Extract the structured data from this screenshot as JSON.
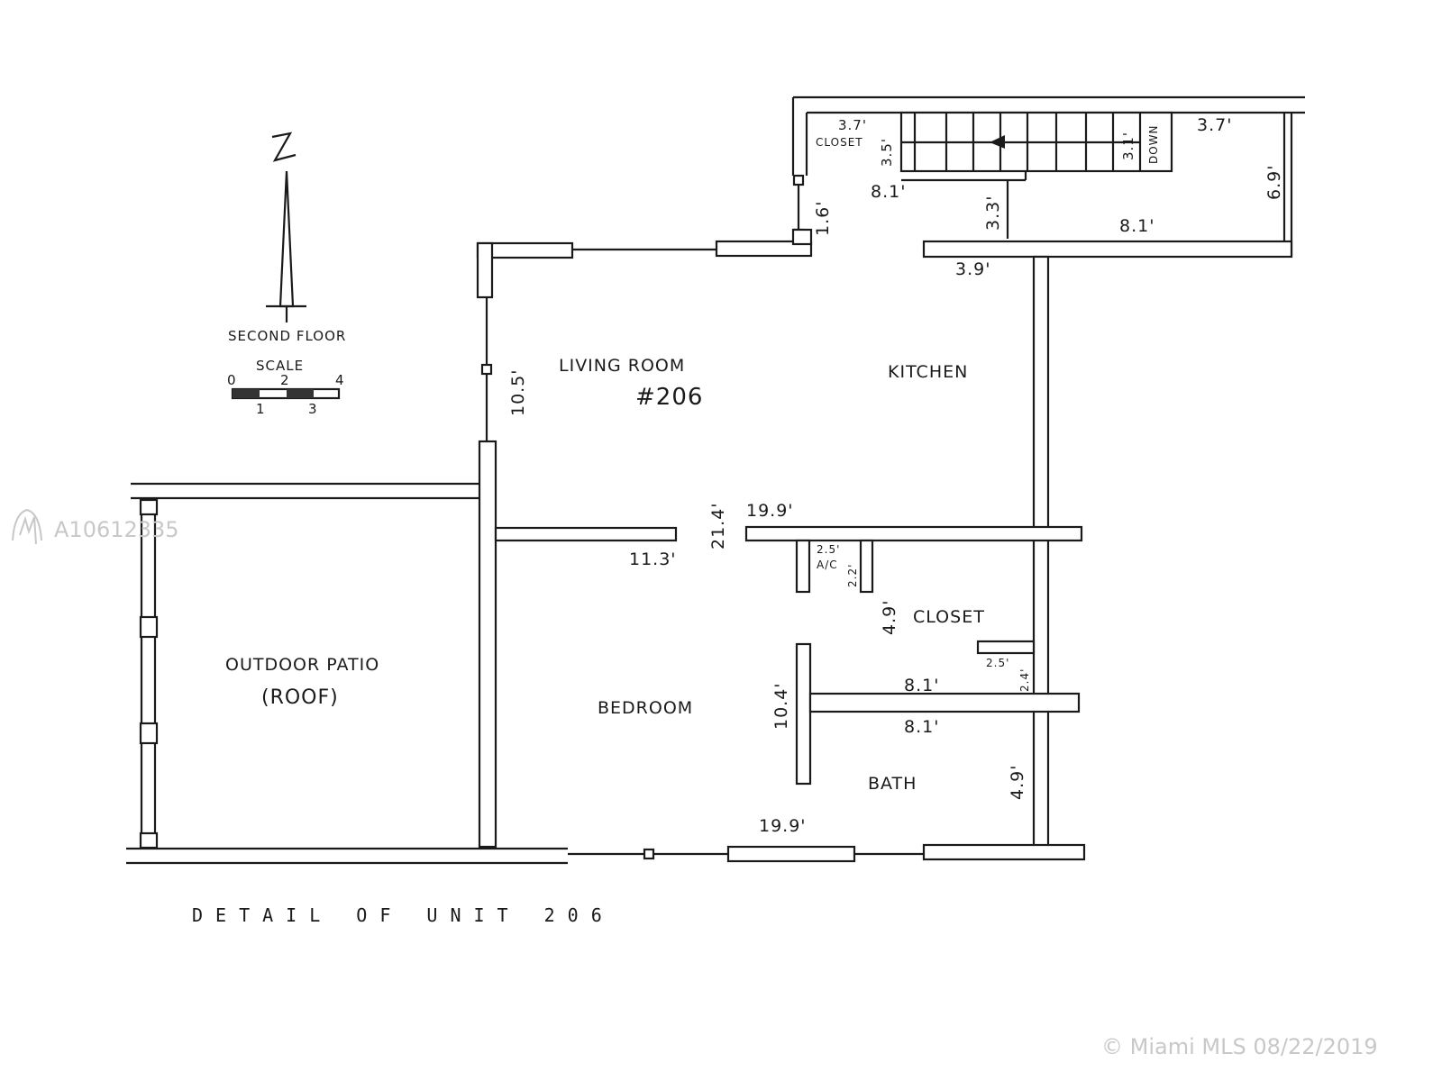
{
  "plan": {
    "title": "DETAIL OF UNIT 206",
    "floor_label": "SECOND FLOOR",
    "scale_label": "SCALE",
    "scale_ticks_top": [
      "0",
      "2",
      "4"
    ],
    "scale_ticks_bottom": [
      "1",
      "3"
    ],
    "north_mark": "N",
    "unit_number": "#206",
    "rooms": {
      "living_room": "LIVING ROOM",
      "kitchen": "KITCHEN",
      "bedroom": "BEDROOM",
      "bath": "BATH",
      "closet": "CLOSET",
      "top_closet": "CLOSET",
      "ac": "A/C",
      "patio": "OUTDOOR PATIO",
      "patio_note": "(ROOF)",
      "stairs": "DOWN"
    },
    "dimensions": {
      "top_closet_w": "3.7'",
      "top_closet_h": "3.5'",
      "stair_w": "3.1'",
      "top_right_w": "3.7'",
      "top_right_h": "6.9'",
      "entry_w": "8.1'",
      "entry_h": "3.3'",
      "upper_right_w": "8.1'",
      "door_w": "1.6'",
      "kitchen_wall": "3.9'",
      "living_h": "10.5'",
      "overall_h": "21.4'",
      "hall_w": "19.9'",
      "bedroom_wall": "11.3'",
      "ac_w": "2.5'",
      "ac_h": "2.2'",
      "closet_h": "4.9'",
      "closet_shelf_w": "2.5'",
      "closet_shelf_h": "2.4'",
      "closet_w": "8.1'",
      "bath_w": "8.1'",
      "bedroom_h": "10.4'",
      "bath_h": "4.9'",
      "bottom_w": "19.9'"
    }
  },
  "watermarks": {
    "listing_id": "A10612335",
    "copyright": "© Miami MLS 08/22/2019"
  }
}
